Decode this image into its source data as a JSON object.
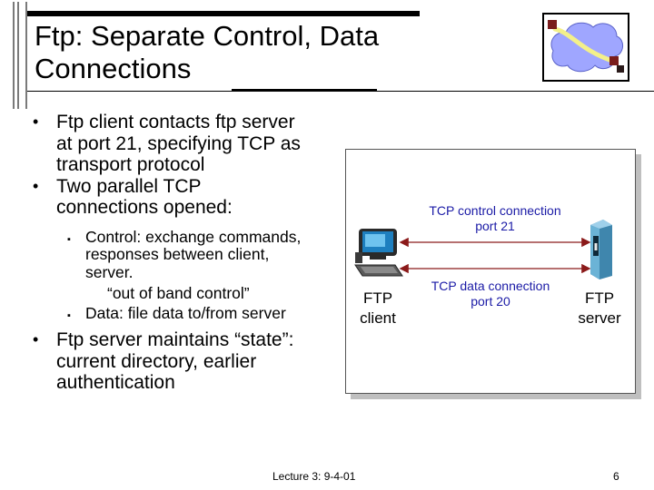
{
  "slide": {
    "title_line1": "Ftp: Separate Control, Data",
    "title_line2": "Connections",
    "bullets": [
      {
        "lines": [
          "Ftp client contacts ftp server",
          "at port 21, specifying TCP as",
          "transport protocol"
        ]
      },
      {
        "lines": [
          "Two parallel TCP",
          "connections opened:"
        ]
      }
    ],
    "sub_bullets": [
      {
        "lines": [
          "Control: exchange commands,",
          "responses between client,",
          "server."
        ],
        "extra": "“out of band control”"
      },
      {
        "lines": [
          "Data: file data to/from server"
        ]
      }
    ],
    "bullet3": {
      "lines": [
        "Ftp server maintains “state”:",
        "current directory, earlier",
        "authentication"
      ]
    },
    "bullet_glyph": "•",
    "sub_bullet_glyph": "▪"
  },
  "diagram": {
    "control_label_1": "TCP control connection",
    "control_label_2": "port 21",
    "data_label_1": "TCP data connection",
    "data_label_2": "port 20",
    "client_label_1": "FTP",
    "client_label_2": "client",
    "server_label_1": "FTP",
    "server_label_2": "server",
    "colors": {
      "control_text": "#1a1aa6",
      "arrow": "#8b1a1a",
      "server_body": "#5aa3c8",
      "monitor": "#2a2a2a"
    }
  },
  "footer": {
    "lecture": "Lecture 3: 9-4-01",
    "page": "6"
  },
  "logo": {
    "icon": "network-cloud-icon"
  }
}
